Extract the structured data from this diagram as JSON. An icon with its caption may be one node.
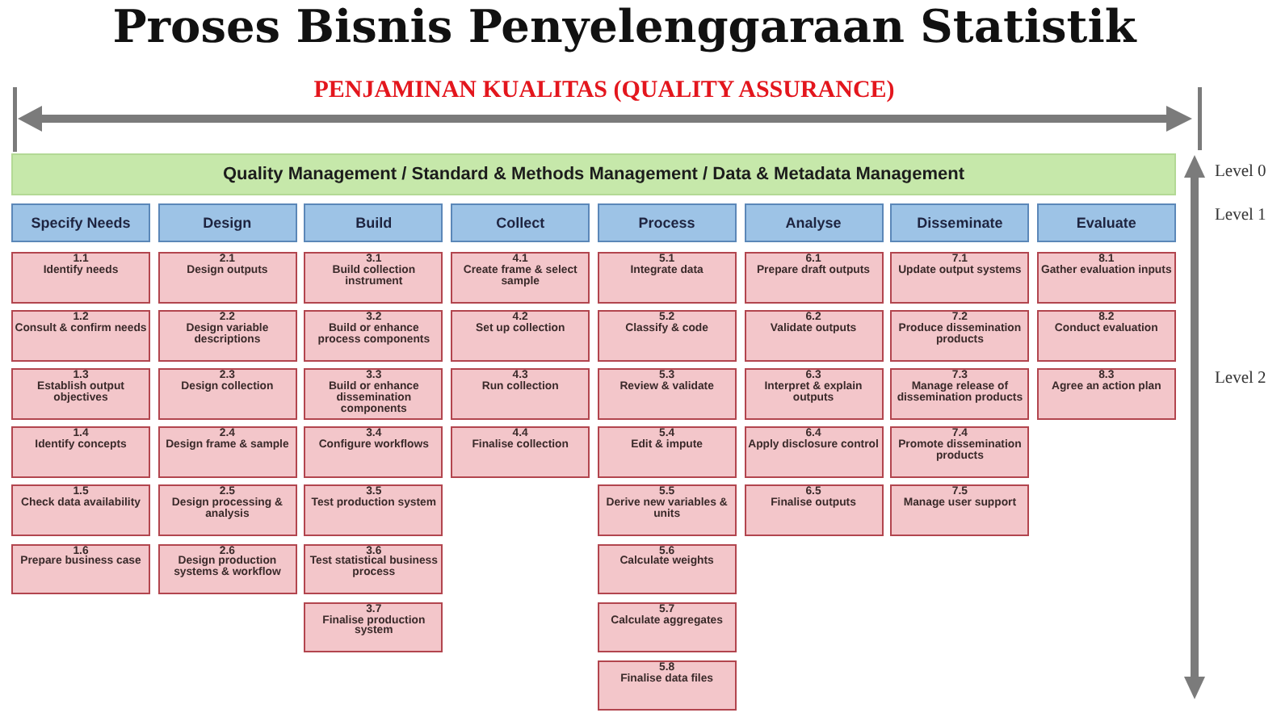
{
  "diagram": {
    "title": "Proses Bisnis Penyelenggaraan Statistik",
    "nodes": [
      {
        "text": [
          "Quality Management / Standard & Methods Management / Data & Metadata Management"
        ]
      },
      {
        "text": [
          "Specify Needs"
        ]
      },
      {
        "text": [
          "Design"
        ]
      },
      {
        "text": [
          "Build"
        ]
      },
      {
        "text": [
          "Collect"
        ]
      },
      {
        "text": [
          "Process"
        ]
      },
      {
        "text": [
          "Analyse"
        ]
      },
      {
        "text": [
          "Disseminate"
        ]
      },
      {
        "text": [
          "Evaluate"
        ]
      },
      {
        "text": [
          "1.1",
          "Identify needs"
        ]
      },
      {
        "text": [
          "1.2",
          "Consult & confirm needs"
        ]
      },
      {
        "text": [
          "1.3",
          "Establish output objectives"
        ]
      },
      {
        "text": [
          "1.4",
          "Identify concepts"
        ]
      },
      {
        "text": [
          "1.5",
          "Check data availability"
        ]
      },
      {
        "text": [
          "1.6",
          "Prepare business case"
        ]
      },
      {
        "text": [
          "2.1",
          "Design outputs"
        ]
      },
      {
        "text": [
          "2.2",
          "Design variable descriptions"
        ]
      },
      {
        "text": [
          "2.3",
          "Design collection"
        ]
      },
      {
        "text": [
          "2.4",
          "Design frame & sample"
        ]
      },
      {
        "text": [
          "2.5",
          "Design processing & analysis"
        ]
      },
      {
        "text": [
          "2.6",
          "Design production systems & workflow"
        ]
      },
      {
        "text": [
          "3.1",
          "Build collection instrument"
        ]
      },
      {
        "text": [
          "3.2",
          "Build or enhance process components"
        ]
      },
      {
        "text": [
          "3.3",
          "Build or enhance dissemination components"
        ]
      },
      {
        "text": [
          "3.4",
          "Configure workflows"
        ]
      },
      {
        "text": [
          "3.5",
          "Test production system"
        ]
      },
      {
        "text": [
          "3.6",
          "Test statistical business process"
        ]
      },
      {
        "text": [
          "3.7",
          "Finalise production system"
        ]
      },
      {
        "text": [
          "4.1",
          "Create frame & select sample"
        ]
      },
      {
        "text": [
          "4.2",
          "Set up collection"
        ]
      },
      {
        "text": [
          "4.3",
          "Run collection"
        ]
      },
      {
        "text": [
          "4.4",
          "Finalise collection"
        ]
      },
      {
        "text": [
          "5.1",
          "Integrate data"
        ]
      },
      {
        "text": [
          "5.2",
          "Classify & code"
        ]
      },
      {
        "text": [
          "5.3",
          "Review & validate"
        ]
      },
      {
        "text": [
          "5.4",
          "Edit & impute"
        ]
      },
      {
        "text": [
          "5.5",
          "Derive new variables & units"
        ]
      },
      {
        "text": [
          "5.6",
          "Calculate weights"
        ]
      },
      {
        "text": [
          "5.7",
          "Calculate aggregates"
        ]
      },
      {
        "text": [
          "5.8",
          "Finalise data files"
        ]
      },
      {
        "text": [
          "6.1",
          "Prepare draft outputs"
        ]
      },
      {
        "text": [
          "6.2",
          "Validate outputs"
        ]
      },
      {
        "text": [
          "6.3",
          "Interpret & explain outputs"
        ]
      },
      {
        "text": [
          "6.4",
          "Apply disclosure control"
        ]
      },
      {
        "text": [
          "6.5",
          "Finalise outputs"
        ]
      },
      {
        "text": [
          "7.1",
          "Update output systems"
        ]
      },
      {
        "text": [
          "7.2",
          "Produce dissemination products"
        ]
      },
      {
        "text": [
          "7.3",
          "Manage release of dissemination products"
        ]
      },
      {
        "text": [
          "7.4",
          "Promote dissemination products"
        ]
      },
      {
        "text": [
          "7.5",
          "Manage user support"
        ]
      },
      {
        "text": [
          "8.1",
          "Gather evaluation inputs"
        ]
      },
      {
        "text": [
          "8.2",
          "Conduct evaluation"
        ]
      },
      {
        "text": [
          "8.3",
          "Agree an action plan"
        ]
      }
    ],
    "labels": [
      "PENJAMINAN KUALITAS (QUALITY ASSURANCE)",
      "Level 0",
      "Level 1",
      "Level 2"
    ]
  }
}
